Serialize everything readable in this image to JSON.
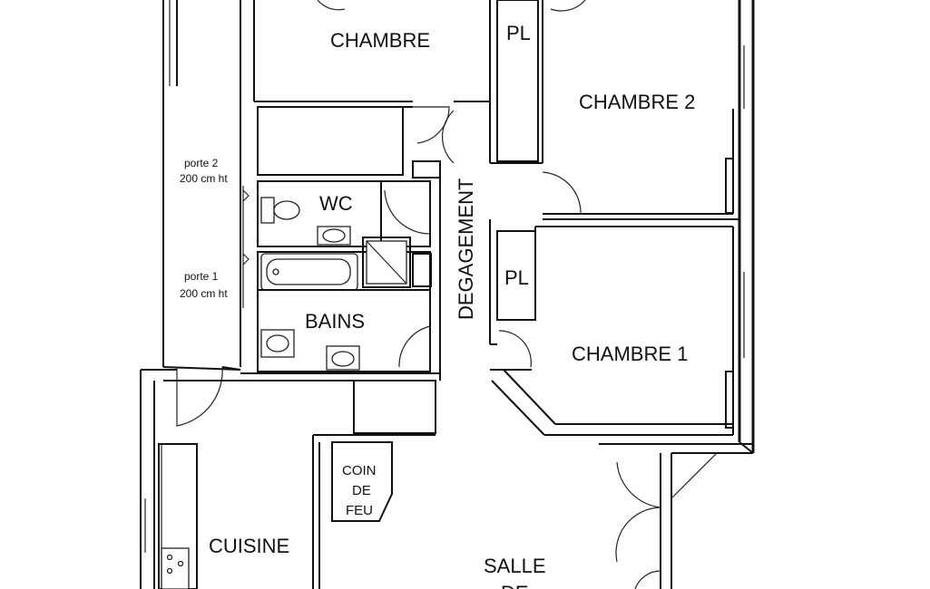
{
  "rooms": {
    "chambre": "CHAMBRE",
    "chambre2": "CHAMBRE  2",
    "chambre1": "CHAMBRE  1",
    "pl_top": "PL",
    "pl_mid": "PL",
    "wc": "WC",
    "bains": "BAINS",
    "degagement": "DEGAGEMENT",
    "cuisine": "CUISINE",
    "coin_line1": "COIN",
    "coin_line2": "DE",
    "coin_line3": "FEU",
    "salle_line1": "SALLE",
    "salle_line2": "DE"
  },
  "notes": {
    "porte2_line1": "porte  2",
    "porte2_line2": "200 cm ht",
    "porte1_line1": "porte  1",
    "porte1_line2": "200 cm ht"
  }
}
